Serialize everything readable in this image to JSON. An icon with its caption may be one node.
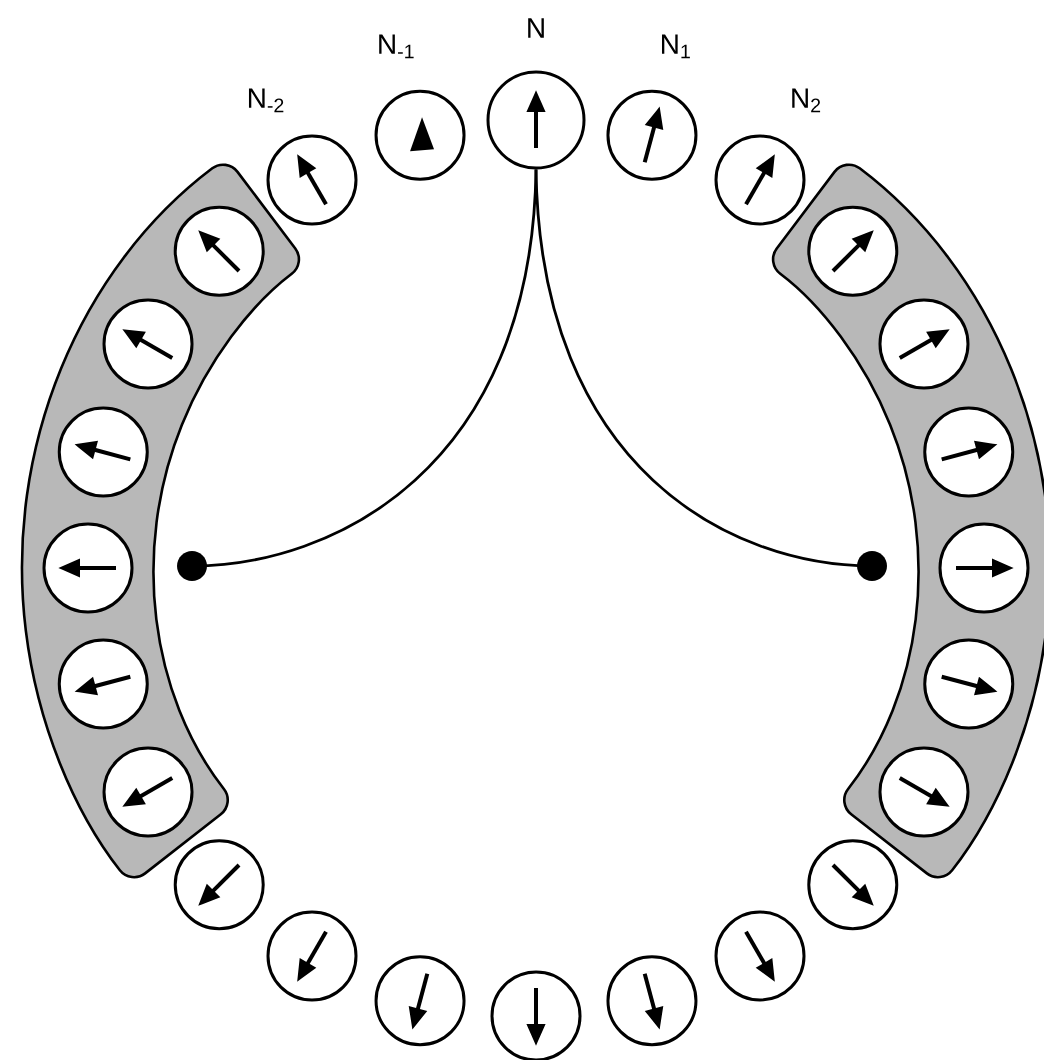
{
  "diagram": {
    "nodes": [
      {
        "text": [
          "N$_{-2}$"
        ]
      },
      {
        "text": [
          "N$_{-1}$"
        ]
      },
      {
        "text": [
          "N"
        ]
      },
      {
        "text": [
          "N$_{1}$"
        ]
      },
      {
        "text": [
          "N$_{2}$"
        ]
      },
      {
        "text": [],
        "shape": "band"
      },
      {
        "text": [],
        "shape": "circle",
        "in": 5
      },
      {
        "text": [],
        "shape": "circle",
        "in": 5
      },
      {
        "text": [],
        "shape": "circle",
        "in": 5
      },
      {
        "text": [],
        "shape": "circle",
        "in": 5
      },
      {
        "text": [],
        "shape": "circle",
        "in": 5
      },
      {
        "text": [],
        "shape": "circle",
        "in": 5
      },
      {
        "text": [],
        "shape": "band"
      },
      {
        "text": [],
        "shape": "circle",
        "in": 12
      },
      {
        "text": [],
        "shape": "circle",
        "in": 12
      },
      {
        "text": [],
        "shape": "circle",
        "in": 12
      },
      {
        "text": [],
        "shape": "circle",
        "in": 12
      },
      {
        "text": [],
        "shape": "circle",
        "in": 12
      },
      {
        "text": [],
        "shape": "circle",
        "in": 12
      },
      {
        "text": [],
        "shape": "circle"
      },
      {
        "text": [],
        "shape": "circle"
      },
      {
        "text": [],
        "shape": "circle"
      },
      {
        "text": [],
        "shape": "circle"
      },
      {
        "text": [],
        "shape": "circle"
      },
      {
        "text": [],
        "shape": "circle"
      },
      {
        "text": [],
        "shape": "circle"
      },
      {
        "text": [],
        "shape": "dot"
      },
      {
        "text": [],
        "shape": "dot"
      }
    ],
    "edges": [
      {
        "from": 2,
        "to": 26,
        "arrow": "none"
      },
      {
        "from": 2,
        "to": 27,
        "arrow": "none"
      }
    ]
  }
}
